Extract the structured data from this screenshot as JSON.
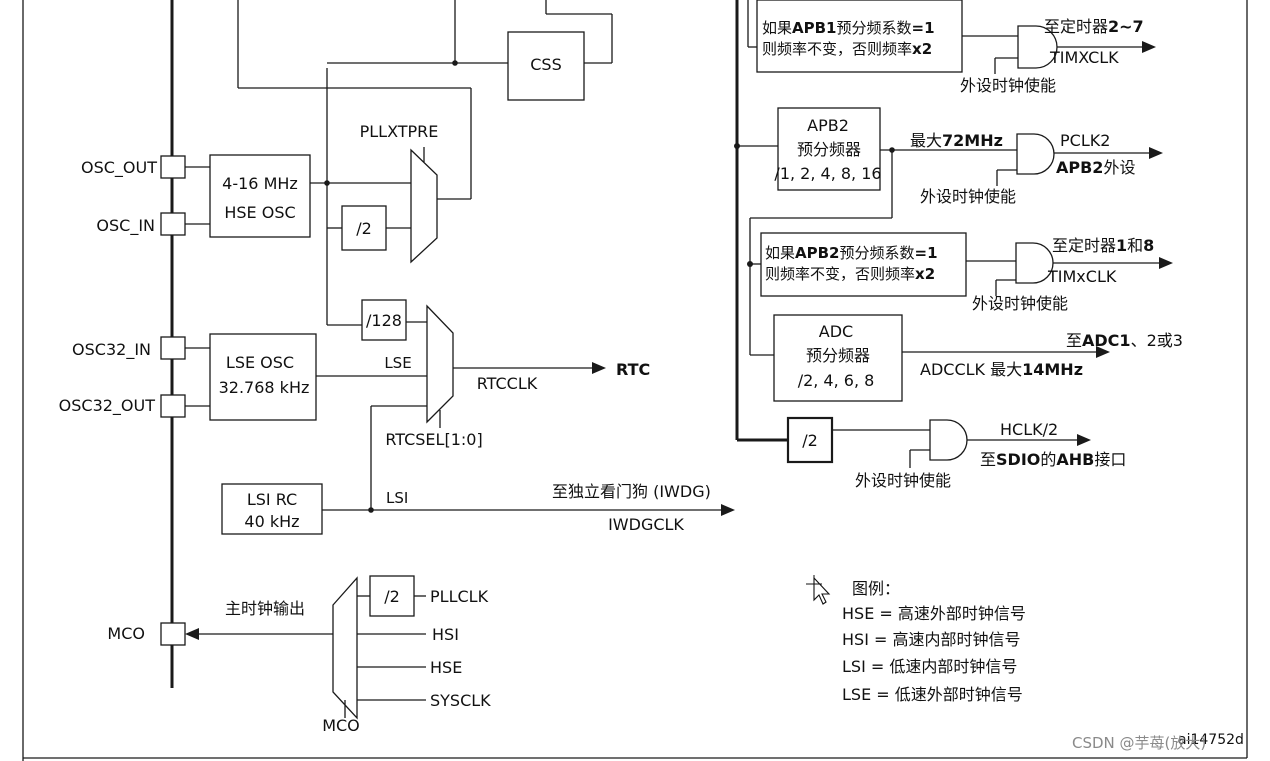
{
  "pins": {
    "osc_out": "OSC_OUT",
    "osc_in": "OSC_IN",
    "osc32_in": "OSC32_IN",
    "osc32_out": "OSC32_OUT",
    "mco": "MCO"
  },
  "hse_box": {
    "line1": "4-16 MHz",
    "line2": "HSE OSC"
  },
  "div2_hse": "/2",
  "pllxtpre": "PLLXTPRE",
  "css": "CSS",
  "div128": "/128",
  "lse_box": {
    "line1": "LSE OSC",
    "line2": "32.768 kHz"
  },
  "lse_label": "LSE",
  "rtcclk": "RTCCLK",
  "rtc": "RTC",
  "rtcsel": "RTCSEL[1:0]",
  "lsi_box": {
    "line1": "LSI RC",
    "line2": "40 kHz"
  },
  "lsi_label": "LSI",
  "iwdg_label": "至独立看门狗 (IWDG)",
  "iwdgclk": "IWDGCLK",
  "mco_section": {
    "main_clock_out": "主时钟输出",
    "div2": "/2",
    "pllclk": "PLLCLK",
    "hsi": "HSI",
    "hse": "HSE",
    "sysclk": "SYSCLK",
    "mux_label": "MCO"
  },
  "apb1_cond": {
    "line1_pre": "如果",
    "line1_bold": "APB1",
    "line1_mid": "预分频系数",
    "line1_eq": "=1",
    "line2_pre": "则频率不变，否则频率",
    "line2_bold": "x2"
  },
  "timer27": {
    "pre": "至定时器",
    "bold": "2~7"
  },
  "timxclk_upper": "TIMXCLK",
  "periph_en_1": "外设时钟使能",
  "apb2_box": {
    "line1": "APB2",
    "line2": "预分频器",
    "line3": "/1, 2, 4, 8, 16"
  },
  "max72": {
    "pre": "最大",
    "bold": "72MHz"
  },
  "pclk2": "PCLK2",
  "apb2_periph": {
    "bold": "APB2",
    "post": "外设"
  },
  "periph_en_2": "外设时钟使能",
  "apb2_cond": {
    "line1_pre": "如果",
    "line1_bold": "APB2",
    "line1_mid": "预分频系数",
    "line1_eq": "=1",
    "line2_pre": "则频率不变，否则频率",
    "line2_bold": "x2"
  },
  "timer18": {
    "pre": "至定时器",
    "bold1": "1",
    "mid": "和",
    "bold2": "8"
  },
  "timxclk_lower": "TIMxCLK",
  "periph_en_3": "外设时钟使能",
  "adc_box": {
    "line1": "ADC",
    "line2": "预分频器",
    "line3": "/2, 4, 6, 8"
  },
  "adc_to": {
    "pre": "至",
    "bold": "ADC1",
    "post": "、2或3"
  },
  "adcclk": {
    "pre": "ADCCLK  最大",
    "bold": "14MHz"
  },
  "div2_hclk": "/2",
  "hclk2": "HCLK/2",
  "sdio": {
    "pre": "至",
    "bold": "SDIO",
    "mid": "的",
    "bold2": "AHB",
    "post": "接口"
  },
  "periph_en_4": "外设时钟使能",
  "legend": {
    "title": "图例：",
    "items": [
      "HSE = 高速外部时钟信号",
      "HSI = 高速内部时钟信号",
      "LSI = 低速内部时钟信号",
      "LSE = 低速外部时钟信号"
    ]
  },
  "figure_id": "ai14752d",
  "watermark": "CSDN @芋苺(放大)"
}
